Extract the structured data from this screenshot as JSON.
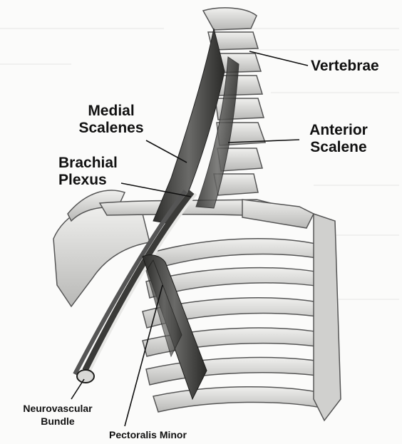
{
  "labels": {
    "vertebrae": "Vertebrae",
    "medial_scalenes": [
      "Medial",
      "Scalenes"
    ],
    "anterior_scalene": [
      "Anterior",
      "Scalene"
    ],
    "brachial_plexus": [
      "Brachial",
      "Plexus"
    ],
    "neurovascular_bundle": [
      "Neurovascular",
      "Bundle"
    ],
    "pectoralis_minor": "Pectoralis Minor"
  },
  "colors": {
    "ink": "#111111",
    "bone": "#e4e4e2",
    "bone_shadow": "#9a9a98",
    "muscle": "#4a4a48"
  }
}
